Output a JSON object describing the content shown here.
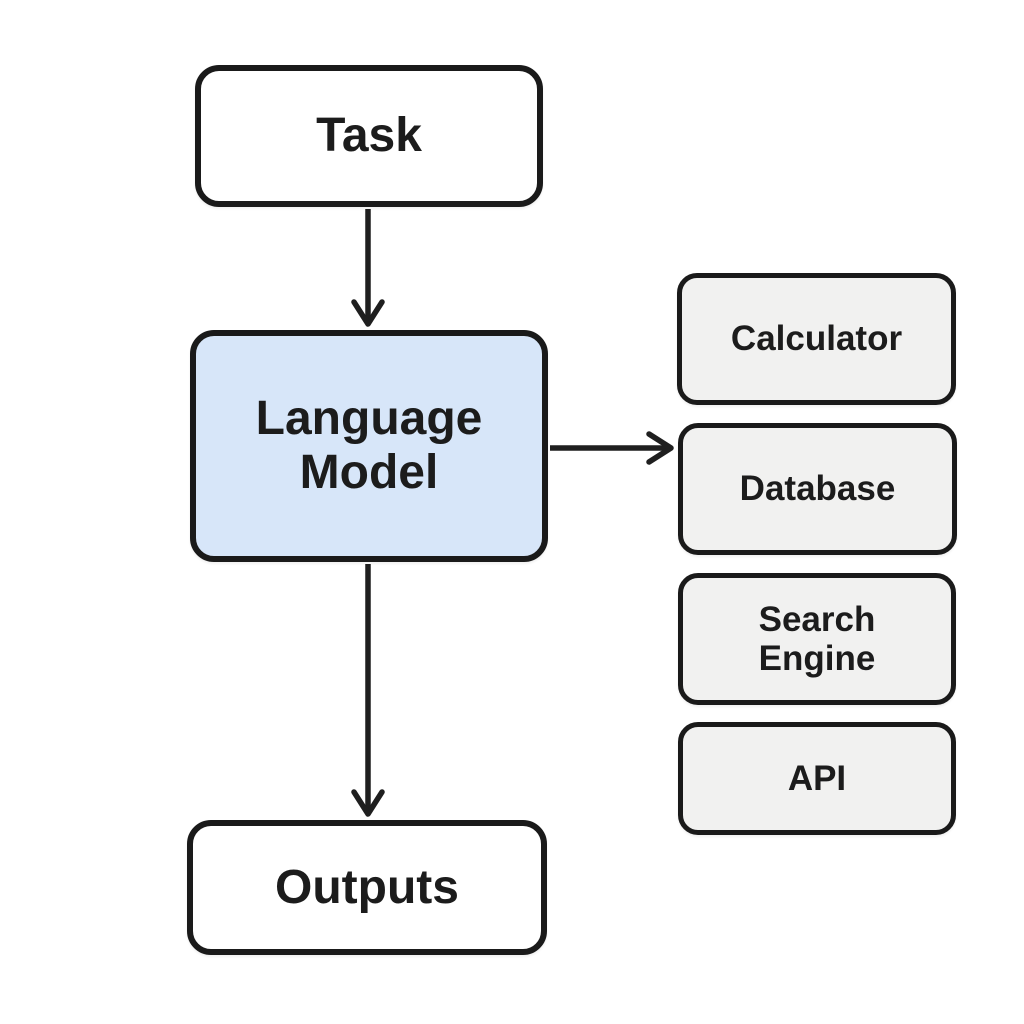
{
  "diagram": {
    "type": "flowchart",
    "nodes": {
      "task": {
        "label": "Task",
        "fill": "#ffffff"
      },
      "language_model": {
        "label": "Language Model",
        "fill": "#d7e6f9"
      },
      "outputs": {
        "label": "Outputs",
        "fill": "#ffffff"
      },
      "calculator": {
        "label": "Calculator",
        "fill": "#f1f1f0"
      },
      "database": {
        "label": "Database",
        "fill": "#f1f1f0"
      },
      "search_engine": {
        "label": "Search Engine",
        "fill": "#f1f1f0"
      },
      "api": {
        "label": "API",
        "fill": "#f1f1f0"
      }
    },
    "edges": [
      {
        "from": "task",
        "to": "language_model",
        "direction": "down"
      },
      {
        "from": "language_model",
        "to": "outputs",
        "direction": "down"
      },
      {
        "from": "language_model",
        "to": "database",
        "direction": "right"
      }
    ],
    "colors": {
      "background": "#ffffff",
      "node_border": "#1a1a1a",
      "arrow": "#1f1f1f",
      "text": "#1c1c1c",
      "highlight_fill": "#d7e6f9",
      "tool_fill": "#f1f1f0"
    }
  }
}
